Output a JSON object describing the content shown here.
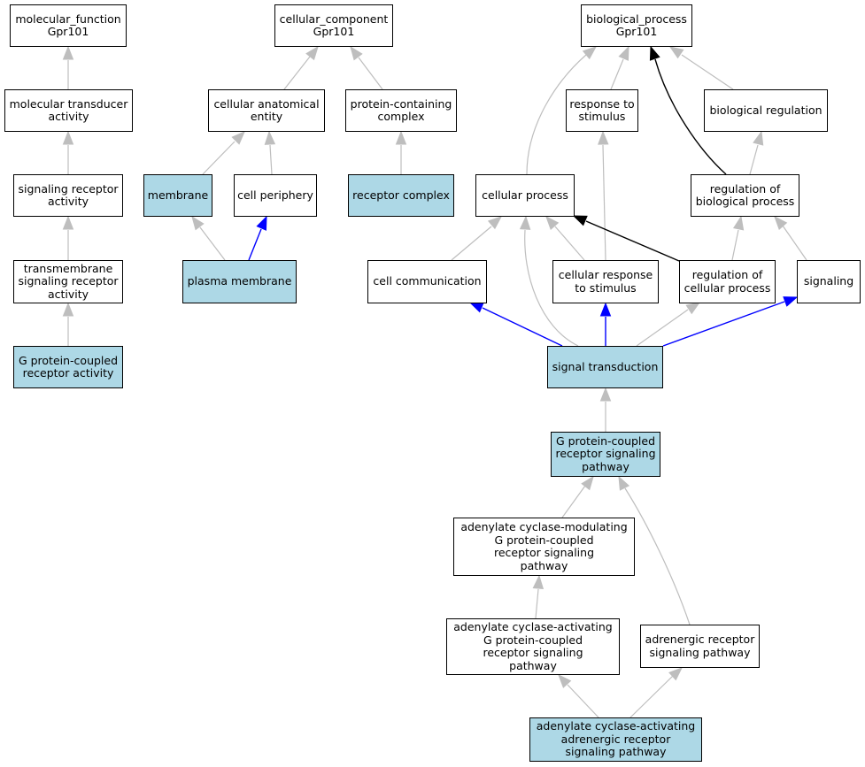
{
  "colors": {
    "highlight": "#add8e6",
    "gray_edge": "#bebebe",
    "blue_edge": "#0000ff",
    "black_edge": "#000000"
  },
  "nodes": {
    "mf": {
      "label": "molecular_function\nGpr101",
      "highlight": false
    },
    "mta": {
      "label": "molecular transducer\nactivity",
      "highlight": false
    },
    "sra": {
      "label": "signaling receptor\nactivity",
      "highlight": false
    },
    "tsra": {
      "label": "transmembrane\nsignaling receptor\nactivity",
      "highlight": false
    },
    "gpcra": {
      "label": "G protein-coupled\nreceptor activity",
      "highlight": true
    },
    "cc": {
      "label": "cellular_component\nGpr101",
      "highlight": false
    },
    "cae": {
      "label": "cellular anatomical\nentity",
      "highlight": false
    },
    "pcc": {
      "label": "protein-containing\ncomplex",
      "highlight": false
    },
    "mem": {
      "label": "membrane",
      "highlight": true
    },
    "cper": {
      "label": "cell periphery",
      "highlight": false
    },
    "rc": {
      "label": "receptor complex",
      "highlight": true
    },
    "pm": {
      "label": "plasma membrane",
      "highlight": true
    },
    "bp": {
      "label": "biological_process\nGpr101",
      "highlight": false
    },
    "rts": {
      "label": "response to\nstimulus",
      "highlight": false
    },
    "br": {
      "label": "biological regulation",
      "highlight": false
    },
    "cp": {
      "label": "cellular process",
      "highlight": false
    },
    "rbp": {
      "label": "regulation of\nbiological process",
      "highlight": false
    },
    "ccomm": {
      "label": "cell communication",
      "highlight": false
    },
    "crs": {
      "label": "cellular response\nto stimulus",
      "highlight": false
    },
    "rcp": {
      "label": "regulation of\ncellular process",
      "highlight": false
    },
    "sig": {
      "label": "signaling",
      "highlight": false
    },
    "st": {
      "label": "signal transduction",
      "highlight": true
    },
    "gpcrsp": {
      "label": "G protein-coupled\nreceptor signaling\npathway",
      "highlight": true
    },
    "acm": {
      "label": "adenylate cyclase-modulating\nG protein-coupled\nreceptor signaling\npathway",
      "highlight": false
    },
    "aca": {
      "label": "adenylate cyclase-activating\nG protein-coupled\nreceptor signaling\npathway",
      "highlight": false
    },
    "arsp": {
      "label": "adrenergic receptor\nsignaling pathway",
      "highlight": false
    },
    "acaar": {
      "label": "adenylate cyclase-activating\nadrenergic receptor\nsignaling pathway",
      "highlight": true
    }
  },
  "edges": [
    {
      "from": "mta",
      "to": "mf",
      "kind": "gray"
    },
    {
      "from": "sra",
      "to": "mta",
      "kind": "gray"
    },
    {
      "from": "tsra",
      "to": "sra",
      "kind": "gray"
    },
    {
      "from": "gpcra",
      "to": "tsra",
      "kind": "gray"
    },
    {
      "from": "cae",
      "to": "cc",
      "kind": "gray"
    },
    {
      "from": "pcc",
      "to": "cc",
      "kind": "gray"
    },
    {
      "from": "mem",
      "to": "cae",
      "kind": "gray"
    },
    {
      "from": "cper",
      "to": "cae",
      "kind": "gray"
    },
    {
      "from": "rc",
      "to": "pcc",
      "kind": "gray"
    },
    {
      "from": "pm",
      "to": "mem",
      "kind": "gray"
    },
    {
      "from": "pm",
      "to": "cper",
      "kind": "blue"
    },
    {
      "from": "rts",
      "to": "bp",
      "kind": "gray"
    },
    {
      "from": "br",
      "to": "bp",
      "kind": "gray"
    },
    {
      "from": "cp",
      "to": "bp",
      "kind": "gray"
    },
    {
      "from": "rbp",
      "to": "bp",
      "kind": "black"
    },
    {
      "from": "rbp",
      "to": "br",
      "kind": "gray"
    },
    {
      "from": "ccomm",
      "to": "cp",
      "kind": "gray"
    },
    {
      "from": "crs",
      "to": "cp",
      "kind": "gray"
    },
    {
      "from": "crs",
      "to": "rts",
      "kind": "gray"
    },
    {
      "from": "rcp",
      "to": "cp",
      "kind": "black"
    },
    {
      "from": "rcp",
      "to": "rbp",
      "kind": "gray"
    },
    {
      "from": "sig",
      "to": "rbp",
      "kind": "gray"
    },
    {
      "from": "st",
      "to": "cp",
      "kind": "gray"
    },
    {
      "from": "st",
      "to": "ccomm",
      "kind": "blue"
    },
    {
      "from": "st",
      "to": "crs",
      "kind": "blue"
    },
    {
      "from": "st",
      "to": "rcp",
      "kind": "gray"
    },
    {
      "from": "st",
      "to": "sig",
      "kind": "blue"
    },
    {
      "from": "gpcrsp",
      "to": "st",
      "kind": "gray"
    },
    {
      "from": "acm",
      "to": "gpcrsp",
      "kind": "gray"
    },
    {
      "from": "aca",
      "to": "acm",
      "kind": "gray"
    },
    {
      "from": "arsp",
      "to": "gpcrsp",
      "kind": "gray"
    },
    {
      "from": "acaar",
      "to": "aca",
      "kind": "gray"
    },
    {
      "from": "acaar",
      "to": "arsp",
      "kind": "gray"
    }
  ]
}
